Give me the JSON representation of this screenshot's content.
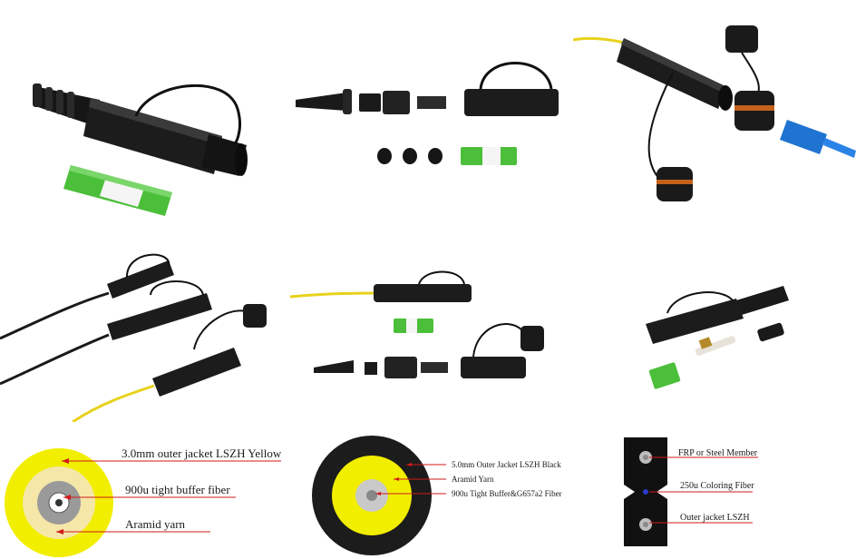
{
  "grid": {
    "photos": [
      {
        "id": "p1",
        "subject": "hardened connector with green SC fast connector"
      },
      {
        "id": "p2",
        "subject": "exploded connector kit parts"
      },
      {
        "id": "p3",
        "subject": "connector with dust caps and blue SC adapter"
      },
      {
        "id": "p4",
        "subject": "three assembled connectors on cables"
      },
      {
        "id": "p5",
        "subject": "connector kit with yellow cable and parts"
      },
      {
        "id": "p6",
        "subject": "connector with ferrule and green housing"
      }
    ]
  },
  "diagrams": {
    "d1": {
      "labels": [
        "3.0mm outer jacket LSZH Yellow",
        "900u tight buffer fiber",
        "Aramid yarn"
      ]
    },
    "d2": {
      "labels": [
        "5.0mm Outer Jacket LSZH Black",
        "Aramid Yarn",
        "900u Tight Buffer&G657a2 Fiber"
      ]
    },
    "d3": {
      "labels": [
        "FRP or Steel Member",
        "250u Coloring Fiber",
        "Outer jacket LSZH"
      ]
    }
  },
  "colors": {
    "jacket_yellow": "#f2ee00",
    "buffer_gray": "#9a9a9a",
    "arrow_red": "#d11a1a",
    "connector_black": "#1c1c1c",
    "sc_green": "#4cbf3a",
    "sc_blue": "#1f73d1",
    "cable_yellow": "#e8d21c"
  }
}
